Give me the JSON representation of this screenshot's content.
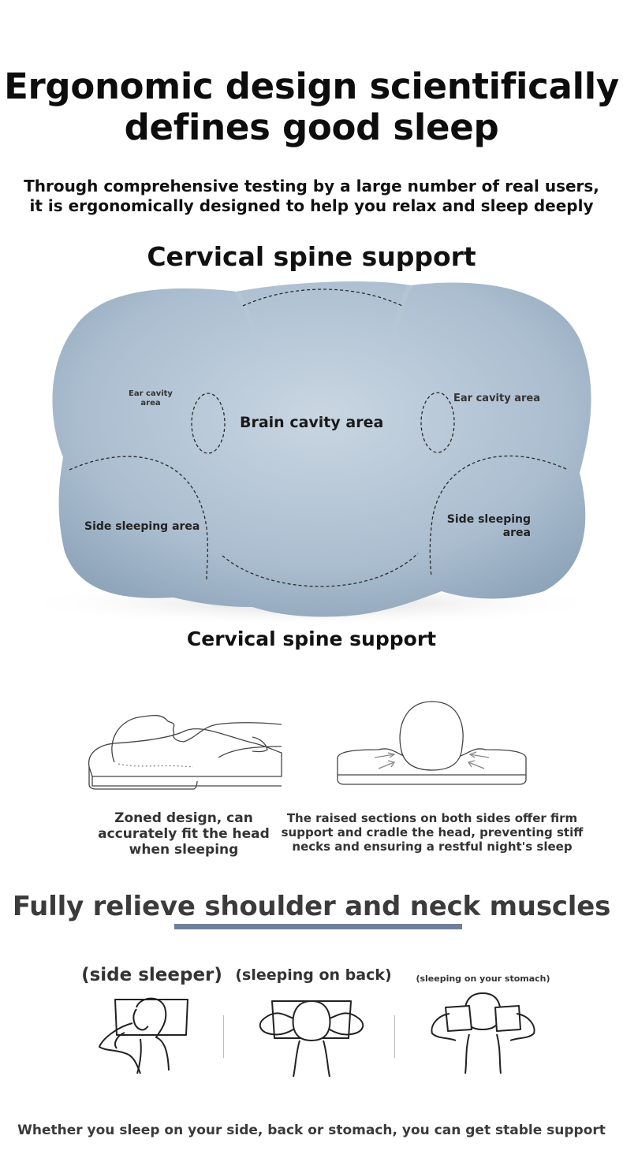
{
  "headline": {
    "line1": "Ergonomic design scientifically",
    "line2": "defines good sleep"
  },
  "subline": {
    "line1": "Through comprehensive testing by a large number of real users,",
    "line2": "it is ergonomically designed to help you relax and sleep deeply"
  },
  "section_title": "Cervical spine support",
  "pillow": {
    "ear_left_1": "Ear cavity",
    "ear_left_2": "area",
    "ear_right": "Ear cavity area",
    "brain": "Brain cavity area",
    "side_left": "Side sleeping area",
    "side_right_1": "Side sleeping",
    "side_right_2": "area",
    "caption": "Cervical spine support",
    "colors": {
      "body": "#a9bccd",
      "highlight": "#cdd9e4"
    }
  },
  "diagrams": {
    "left_caption": {
      "line1": "Zoned design, can",
      "line2": "accurately fit the head",
      "line3": "when sleeping"
    },
    "right_caption": {
      "line1": "The raised sections on both sides offer firm",
      "line2": "support and cradle the head, preventing stiff",
      "line3": "necks and ensuring a restful night's sleep"
    }
  },
  "relieve": {
    "title": "Fully relieve shoulder and neck muscles",
    "accent": "#6e7f9c"
  },
  "positions": {
    "side": "(side sleeper)",
    "back": "(sleeping on back)",
    "stomach": "(sleeping on your stomach)"
  },
  "footer": "Whether you sleep on your side, back or stomach, you can get stable support"
}
